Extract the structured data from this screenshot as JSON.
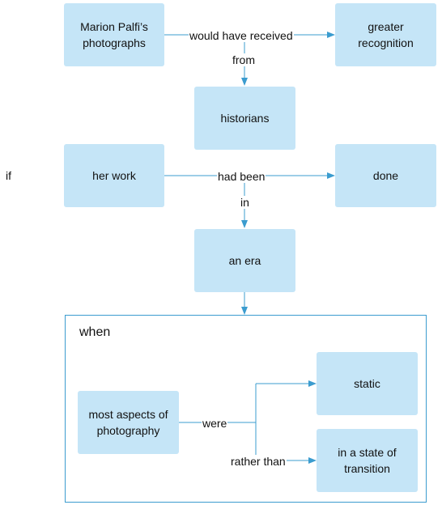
{
  "nodes": {
    "marion": "Marion Palfi’s photographs",
    "recognition": "greater recognition",
    "historians": "historians",
    "her_work": "her work",
    "done": "done",
    "era": "an era",
    "most_aspects": "most aspects of photography",
    "static": "static",
    "transition": "in a state of transition"
  },
  "edges": {
    "would_have_received": "would have received",
    "from": "from",
    "had_been": "had  been",
    "in": "in",
    "were": "were",
    "rather_than": "rather than"
  },
  "side_label": "if",
  "group_title": "when",
  "colors": {
    "box_fill": "#c5e5f7",
    "line": "#3b9ccf",
    "text": "#111111"
  }
}
